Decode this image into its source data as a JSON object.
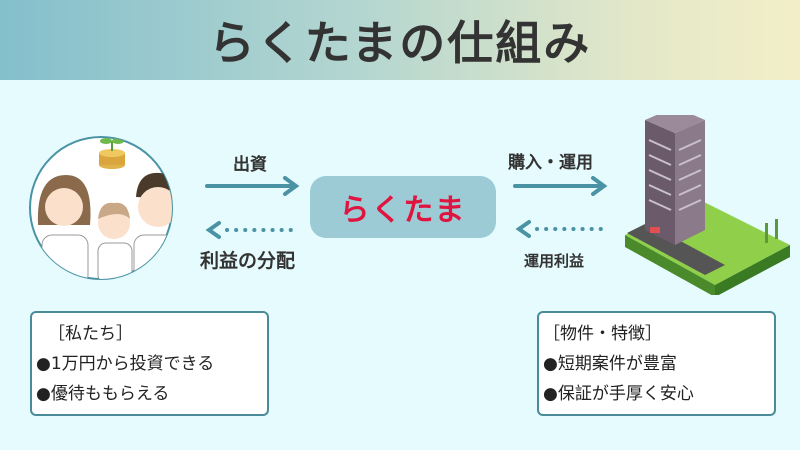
{
  "title": "らくたまの仕組み",
  "center": "らくたま",
  "arrows": {
    "invest": "出資",
    "profit_share": "利益の分配",
    "purchase": "購入・運用",
    "operating_profit": "運用利益"
  },
  "left_note": {
    "heading": "［私たち］",
    "items": [
      "●1万円から投資できる",
      "●優待ももらえる"
    ]
  },
  "right_note": {
    "heading": "［物件・特徴］",
    "items": [
      "●短期案件が豊富",
      "●保証が手厚く安心"
    ]
  },
  "colors": {
    "accent": "#e0153f",
    "arrow": "#4a93a5",
    "box": "#9ccbd6"
  }
}
